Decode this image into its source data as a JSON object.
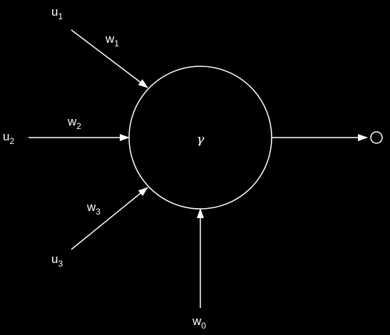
{
  "neuron": {
    "activation": "γ"
  },
  "inputs": [
    {
      "var": "u",
      "index": "1",
      "weight": "w",
      "weight_index": "1"
    },
    {
      "var": "u",
      "index": "2",
      "weight": "w",
      "weight_index": "2"
    },
    {
      "var": "u",
      "index": "3",
      "weight": "w",
      "weight_index": "3"
    }
  ],
  "bias": {
    "weight": "w",
    "weight_index": "0"
  },
  "colors": {
    "background": "#000000",
    "stroke": "#ffffff"
  }
}
